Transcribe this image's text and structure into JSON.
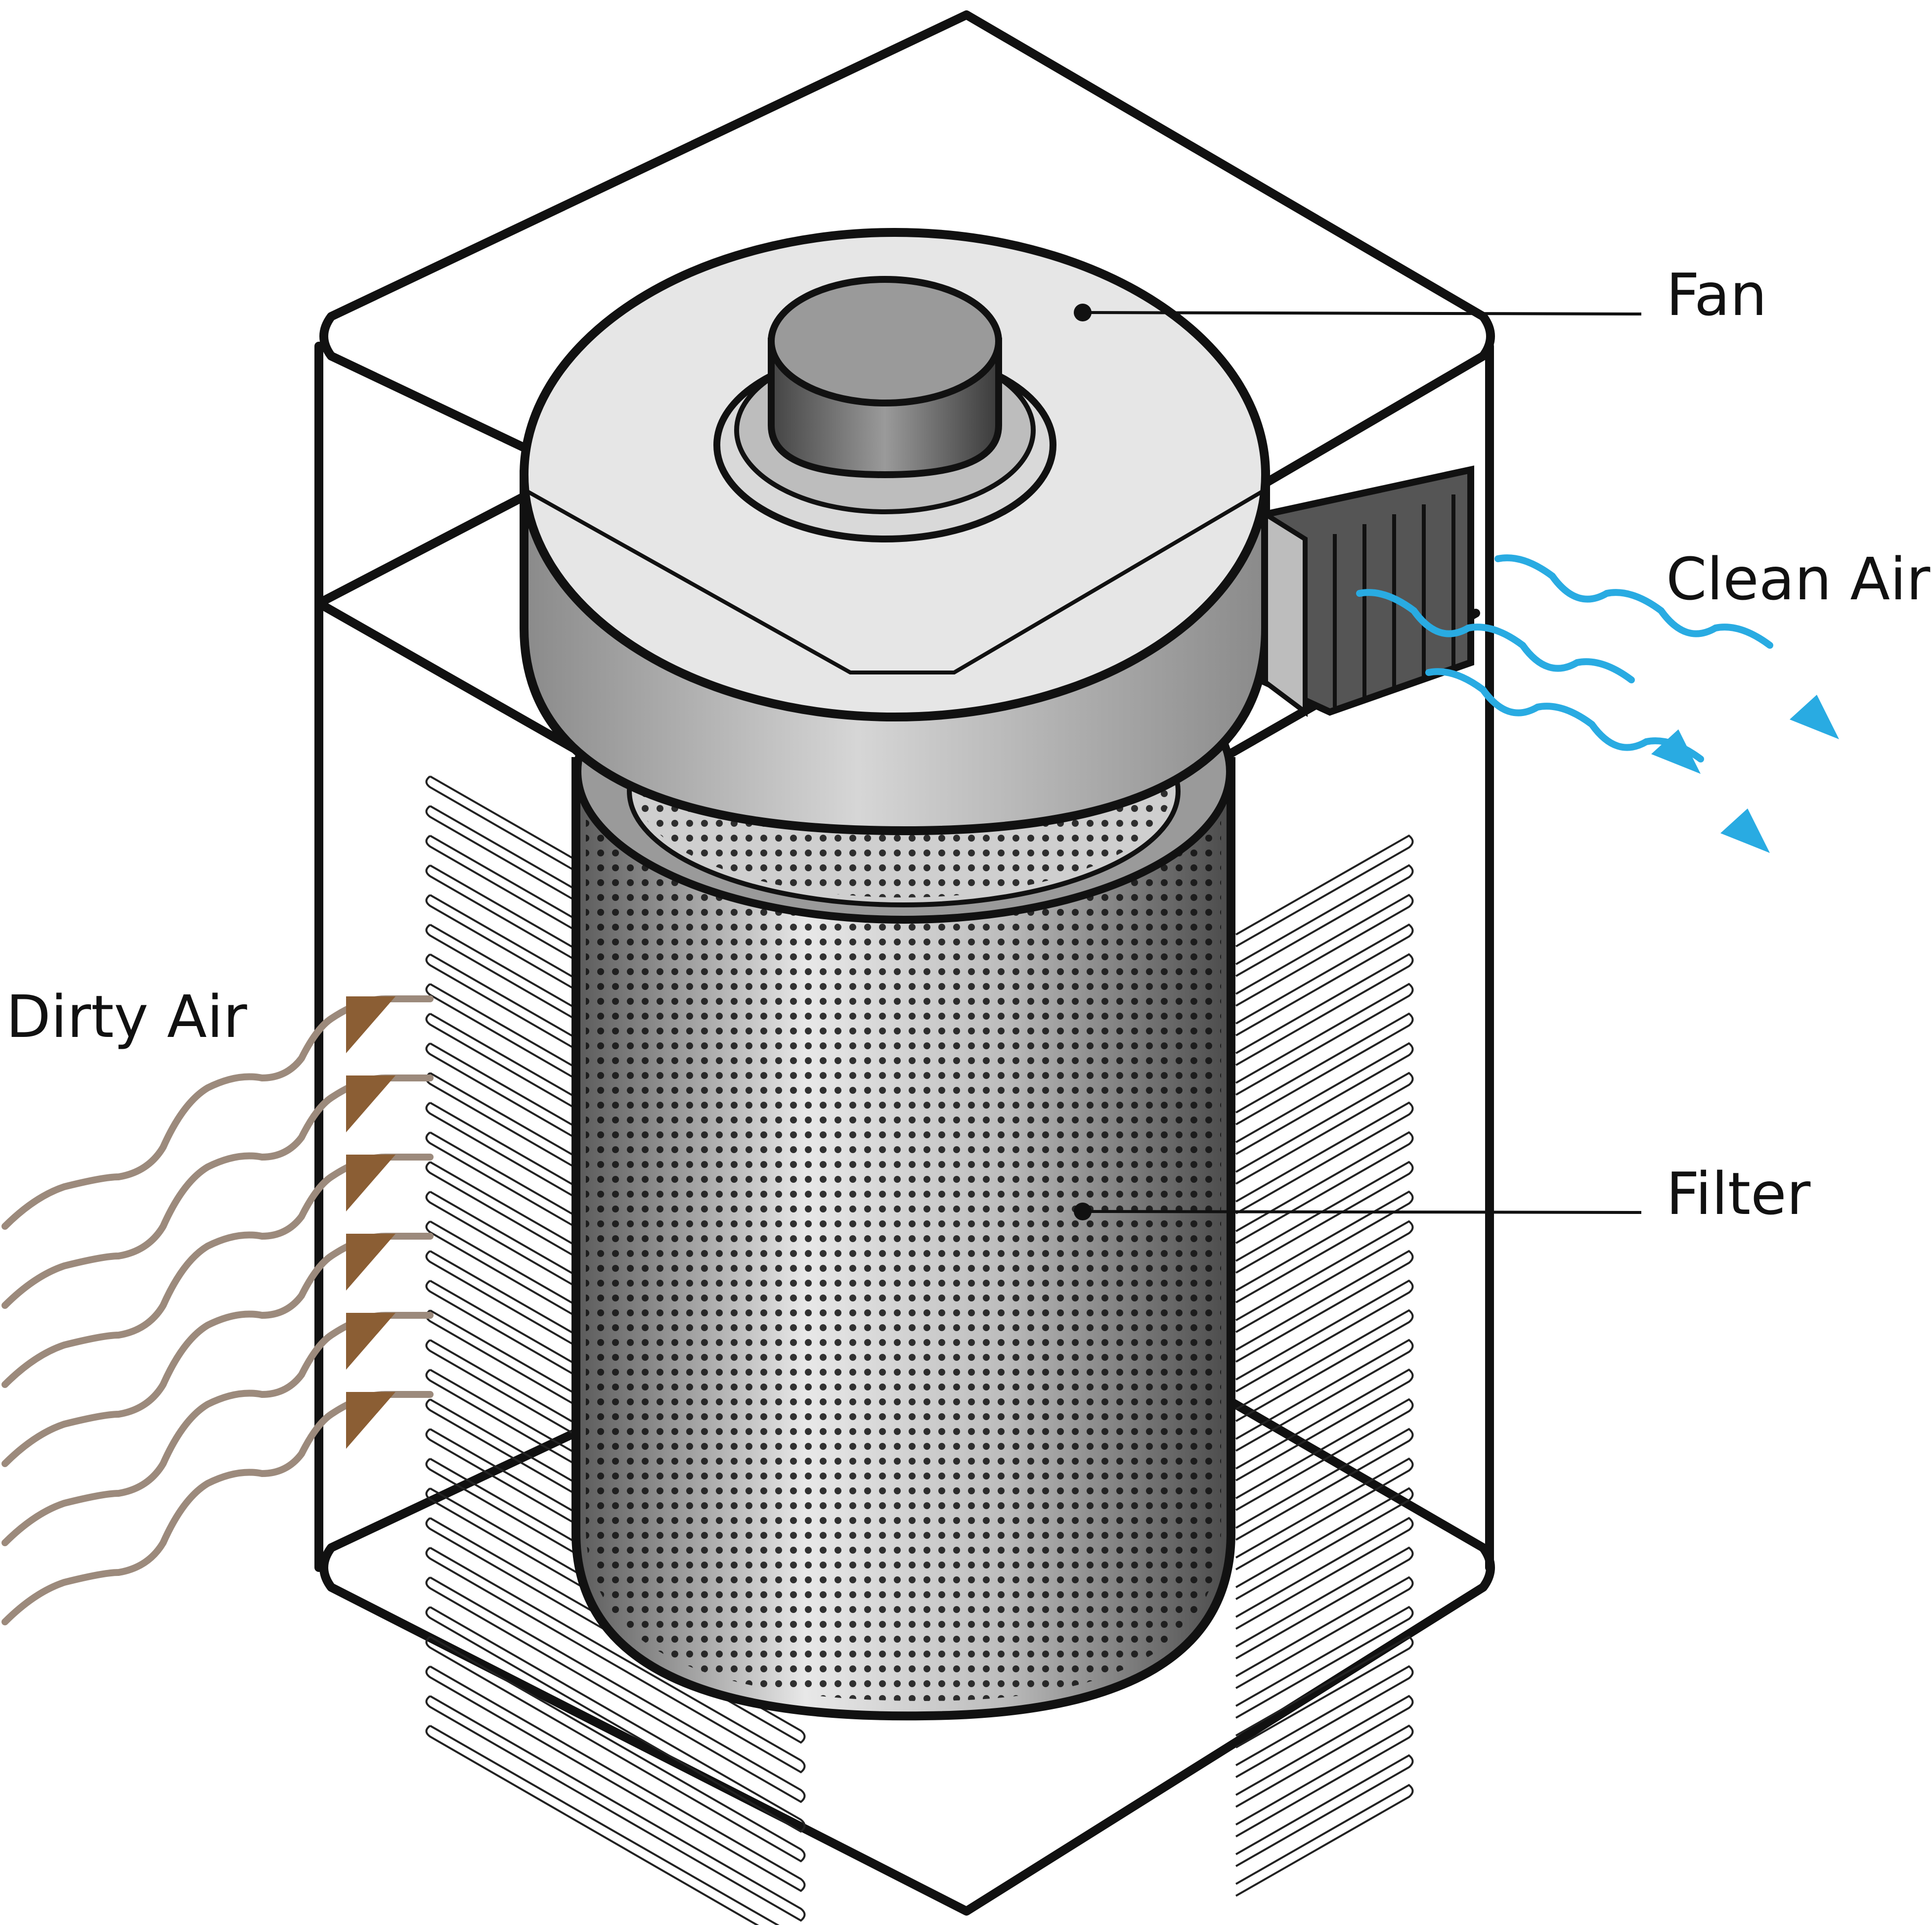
{
  "labels": {
    "fan": "Fan",
    "clean_air": "Clean Air",
    "dirty_air": "Dirty Air",
    "filter": "Filter"
  },
  "colors": {
    "dirty_air": "#9c8a7c",
    "dirty_air_arrow": "#8b5e34",
    "clean_air": "#29abe2",
    "outline": "#111111"
  }
}
